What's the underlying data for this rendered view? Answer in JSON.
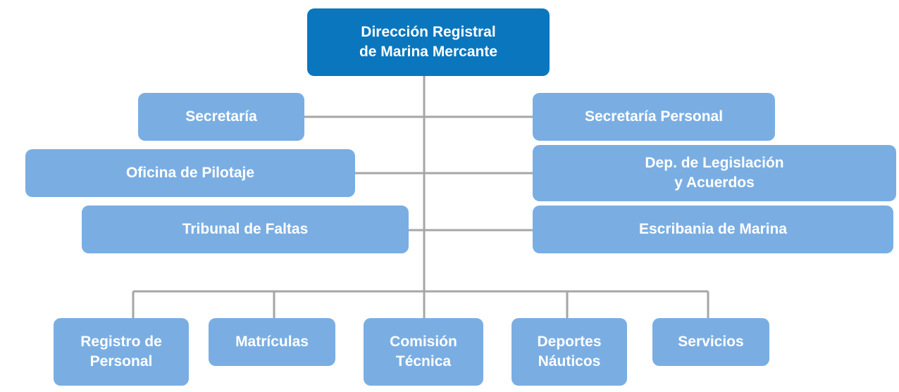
{
  "colors": {
    "top_box": "#0a76be",
    "unit_box": "#7aaee3",
    "connector": "#a6a6a6",
    "text": "#ffffff"
  },
  "org_chart": {
    "head": "Dirección Registral\nde Marina Mercante",
    "left_staff": [
      "Secretaría",
      "Oficina de Pilotaje",
      "Tribunal de Faltas"
    ],
    "right_staff": [
      "Secretaría Personal",
      "Dep. de Legislación\ny Acuerdos",
      "Escribania de Marina"
    ],
    "departments": [
      "Registro de\nPersonal",
      "Matrículas",
      "Comisión\nTécnica",
      "Deportes\nNáuticos",
      "Servicios"
    ]
  }
}
